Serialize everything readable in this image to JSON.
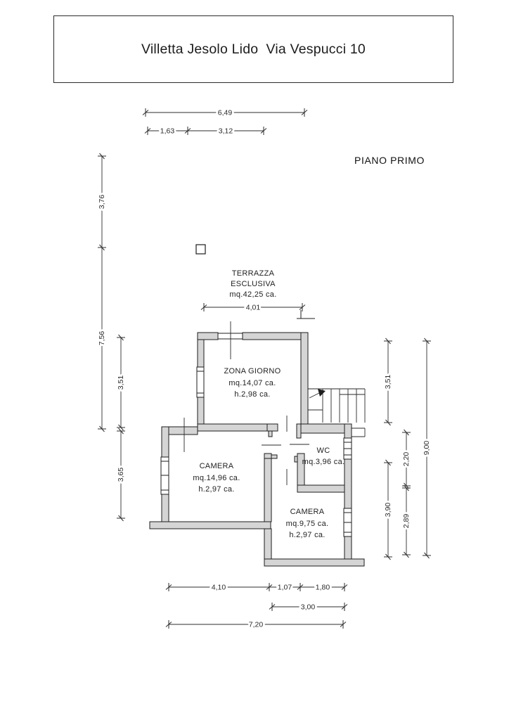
{
  "title": "Villetta Jesolo Lido  Via Vespucci 10",
  "floor_label": "PIANO PRIMO",
  "rooms": {
    "terrazza": {
      "name_line1": "TERRAZZA",
      "name_line2": "ESCLUSIVA",
      "area": "mq.42,25 ca."
    },
    "zona_giorno": {
      "name": "ZONA GIORNO",
      "area": "mq.14,07 ca.",
      "height": "h.2,98 ca."
    },
    "camera_grande": {
      "name": "CAMERA",
      "area": "mq.14,96 ca.",
      "height": "h.2,97 ca."
    },
    "wc": {
      "name": "WC",
      "area": "mq.3,96 ca."
    },
    "camera_piccola": {
      "name": "CAMERA",
      "area": "mq.9,75 ca.",
      "height": "h.2,97 ca."
    }
  },
  "dims": {
    "top_total": "6,49",
    "top_left": "1,63",
    "top_right": "3,12",
    "terrace_width": "4,01",
    "left_outer_upper": "3,76",
    "left_outer_lower": "7,56",
    "left_inner_upper": "3,51",
    "left_inner_lower": "3,65",
    "right_inner_upper": "3,51",
    "right_inner_lower": "3,90",
    "right_mid_upper": "2,20",
    "right_mid_lower": "2,89",
    "right_total": "9,00",
    "bottom_seg1": "4,10",
    "bottom_seg2": "1,07",
    "bottom_seg3": "1,80",
    "bottom_mid": "3,00",
    "bottom_total": "7,20"
  },
  "colors": {
    "wall_fill": "#d5d5d5",
    "line": "#1d1d1d"
  }
}
